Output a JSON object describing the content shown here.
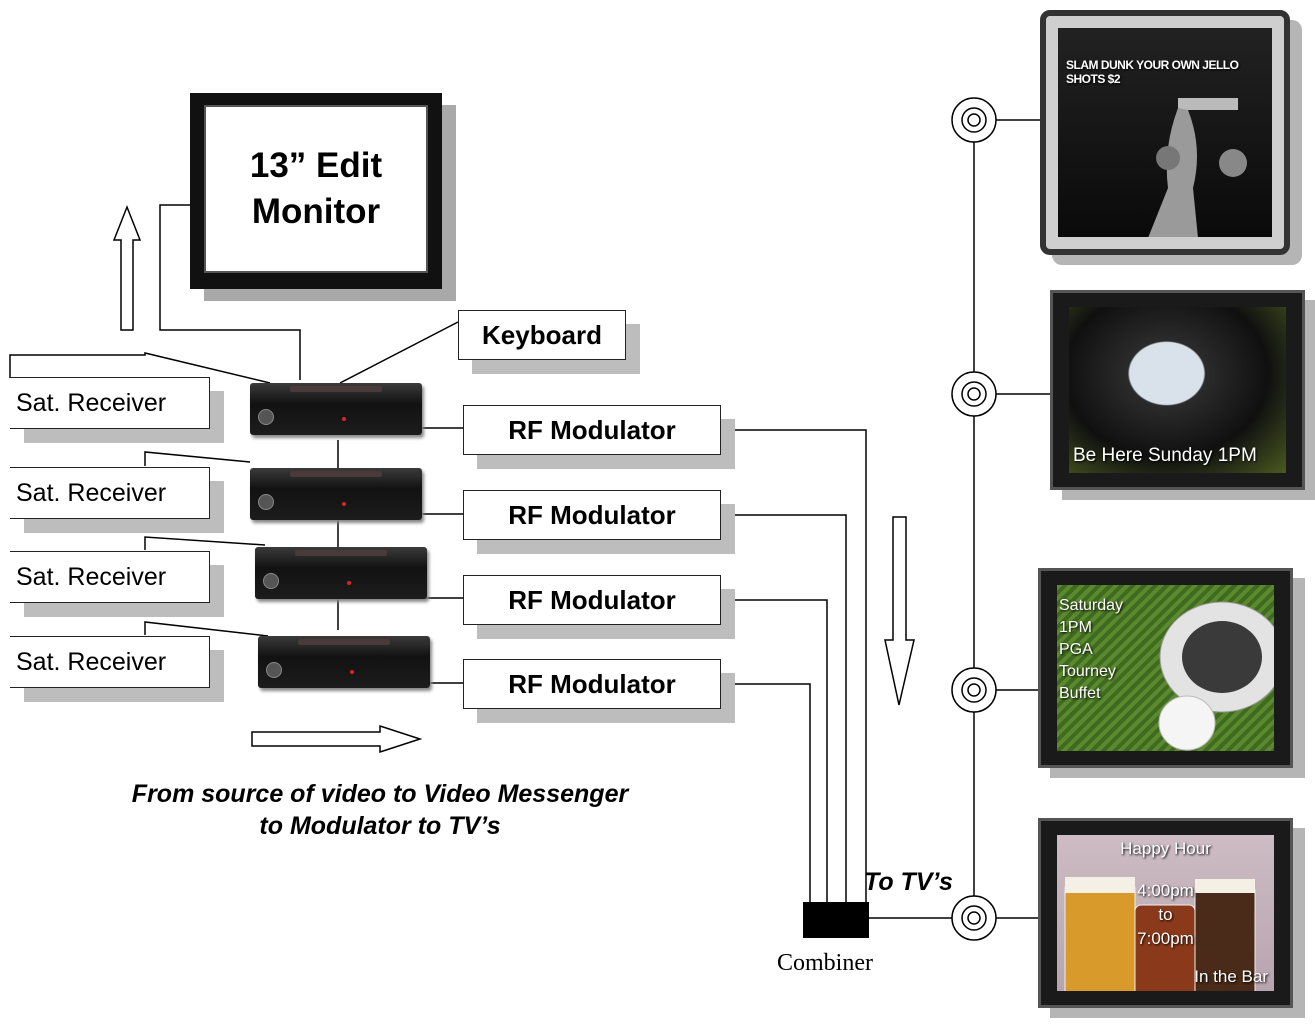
{
  "edit_monitor": {
    "line1": "13” Edit",
    "line2": "Monitor"
  },
  "keyboard_label": "Keyboard",
  "sat_receivers": [
    "Sat. Receiver",
    "Sat. Receiver",
    "Sat. Receiver",
    "Sat. Receiver"
  ],
  "rf_modulators": [
    "RF Modulator",
    "RF Modulator",
    "RF Modulator",
    "RF Modulator"
  ],
  "caption": {
    "line1": "From source of video to Video Messenger",
    "line2": "to Modulator to TV’s"
  },
  "to_tvs_label": "To TV’s",
  "combiner_label": "Combiner",
  "tv_screens": {
    "tv1": "SLAM DUNK YOUR OWN JELLO SHOTS $2",
    "tv2": "Be Here Sunday 1PM",
    "tv3": [
      "Saturday",
      "1PM",
      "PGA",
      "Tourney",
      "Buffet"
    ],
    "tv4": {
      "top": "Happy Hour",
      "time_start": "4:00pm",
      "to": "to",
      "time_end": "7:00pm",
      "bottom": "In the Bar"
    }
  }
}
